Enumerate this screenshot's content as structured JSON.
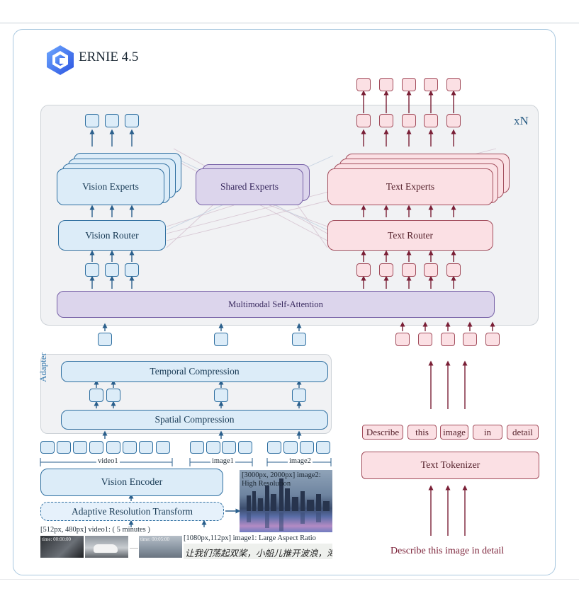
{
  "title": "ERNIE 4.5",
  "repeat_label": "xN",
  "modules": {
    "vision_experts": "Vision Experts",
    "shared_experts": "Shared Experts",
    "text_experts": "Text Experts",
    "vision_router": "Vision Router",
    "text_router": "Text Router",
    "self_attention": "Multimodal Self-Attention",
    "adapter": "Adapter",
    "temporal_compression": "Temporal Compression",
    "spatial_compression": "Spatial Compression",
    "vision_encoder": "Vision Encoder",
    "adaptive_resolution": "Adaptive Resolution Transform",
    "text_tokenizer": "Text Tokenizer"
  },
  "token_groups": {
    "video": "video1",
    "image1": "image1",
    "image2": "image2"
  },
  "text_tokens": [
    "Describe",
    "this",
    "image",
    "in",
    "detail"
  ],
  "text_input": "Describe this image in detail",
  "inputs": {
    "video_caption": "[512px, 480px] video1: ( 5 minutes )",
    "image1_caption": "[1080px,112px] image1: Large Aspect Ratio",
    "image2_caption_line1": "[3000px, 2000px] image2:",
    "image2_caption_line2": "High Resolution",
    "frame1_time": "time: 00:00:00",
    "frame3_time": "time: 00:05:00",
    "handwriting": "让我们荡起双桨，小船儿推开波浪，海面"
  },
  "colors": {
    "vision": "#2f6fa0",
    "text": "#a24d5c",
    "shared": "#7660a6",
    "arrow_blue": "#2a5f8c",
    "arrow_red": "#7a1f36"
  },
  "icons": [
    "ernie-logo-icon"
  ]
}
